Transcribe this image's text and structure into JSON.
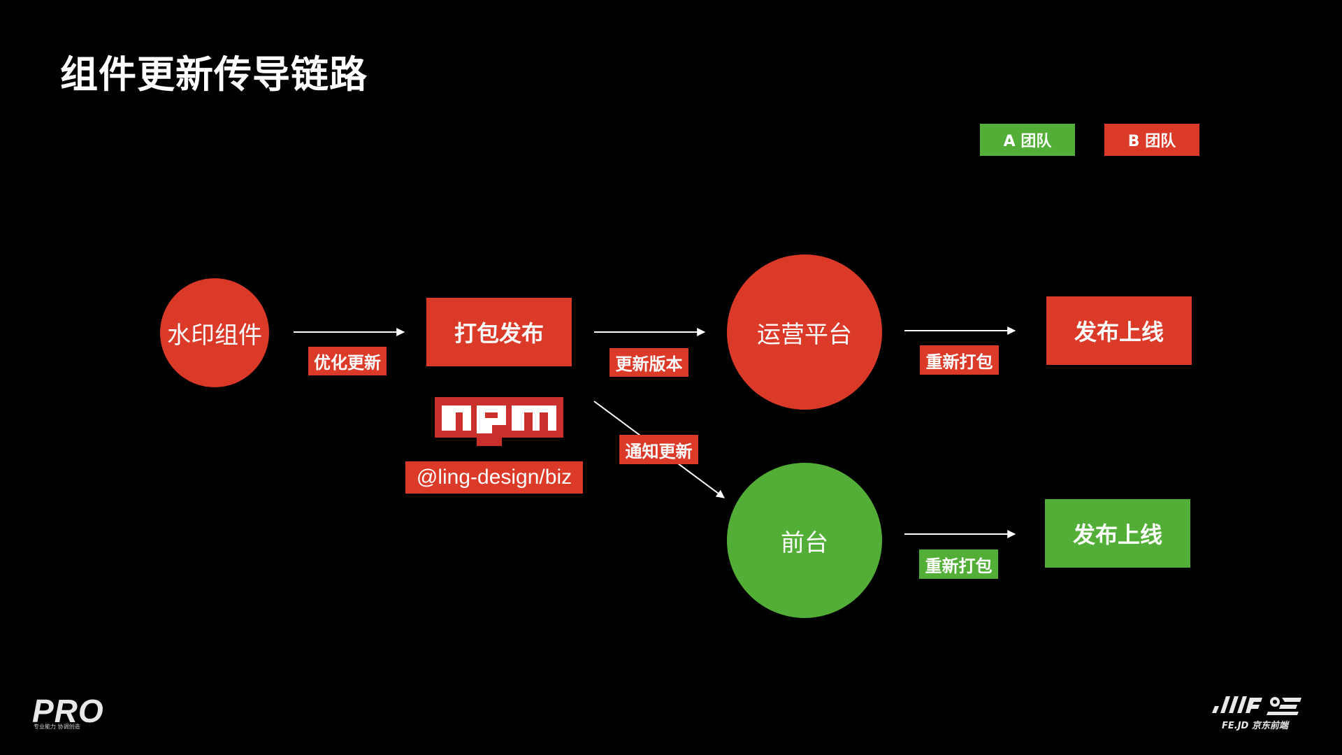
{
  "title": "组件更新传导链路",
  "colors": {
    "team_a": "#52AE37",
    "team_b": "#DB3A29",
    "background": "#000000",
    "text": "#FFFFFF"
  },
  "legend": {
    "team_a": "A 团队",
    "team_b": "B 团队"
  },
  "nodes": {
    "watermark": "水印组件",
    "package_publish": "打包发布",
    "ops_platform": "运营平台",
    "frontend": "前台",
    "release_top": "发布上线",
    "release_bottom": "发布上线"
  },
  "edge_labels": {
    "optimize": "优化更新",
    "update_version": "更新版本",
    "notify": "通知更新",
    "repackage_top": "重新打包",
    "repackage_bottom": "重新打包"
  },
  "npm": {
    "logo_text": "npm",
    "package": "@ling-design/biz"
  },
  "branding": {
    "left_logo": "PRO",
    "left_sub": "专业能力 协调创造",
    "right_logo": "JDFE",
    "right_sub": "FE.JD 京东前端"
  }
}
